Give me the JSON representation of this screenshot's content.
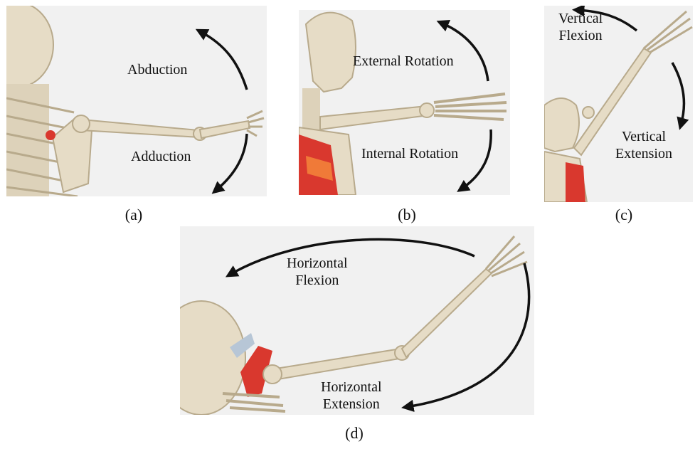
{
  "figure": {
    "colors": {
      "background": "#f1f1f1",
      "bone": "#e6dcc6",
      "bone_shadow": "#b8aa8c",
      "muscle": "#d9382e",
      "muscle_light": "#f07a38",
      "arrow": "#111111"
    },
    "panels": [
      {
        "id": "a",
        "caption": "(a)",
        "labels": [
          "Abduction",
          "Adduction"
        ]
      },
      {
        "id": "b",
        "caption": "(b)",
        "labels": [
          "External Rotation",
          "Internal Rotation"
        ]
      },
      {
        "id": "c",
        "caption": "(c)",
        "labels": [
          "Vertical\nFlexion",
          "Vertical\nExtension"
        ]
      },
      {
        "id": "d",
        "caption": "(d)",
        "labels": [
          "Horizontal\nFlexion",
          "Horizontal\nExtension"
        ]
      }
    ]
  }
}
